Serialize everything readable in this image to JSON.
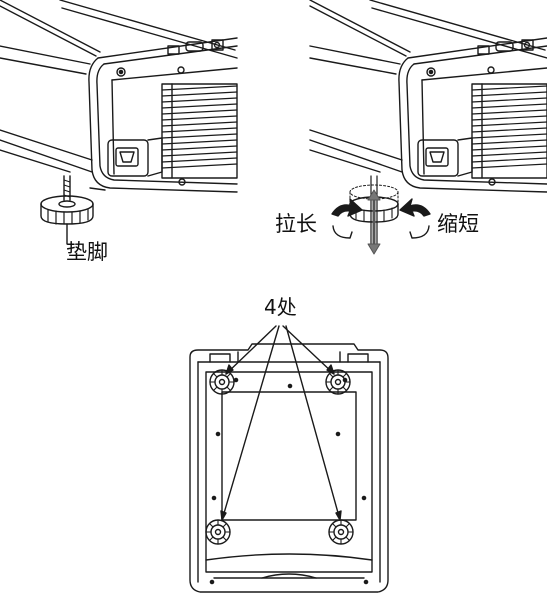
{
  "labels": {
    "foot": "垫脚",
    "extend": "拉长",
    "shorten": "缩短",
    "foot_count": "4处"
  }
}
